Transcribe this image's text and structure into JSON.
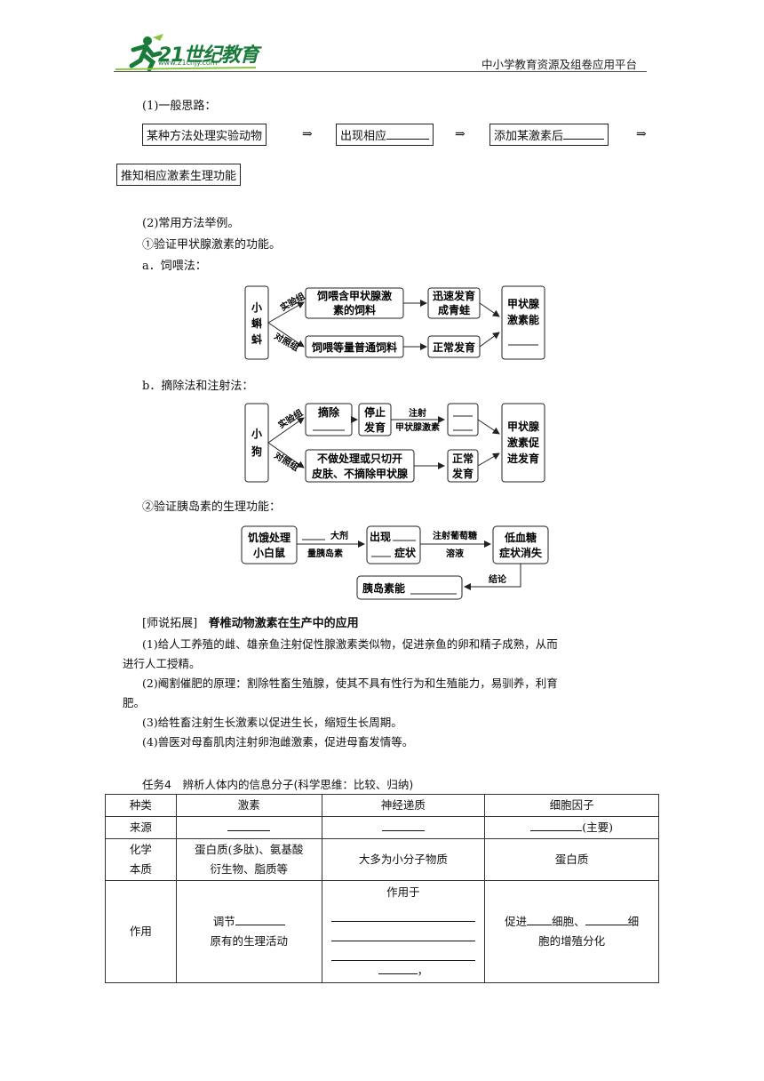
{
  "header": {
    "logo_text": "21世纪教育",
    "logo_url": "www.21cnjy.com",
    "platform": "中小学教育资源及组卷应用平台"
  },
  "s1": {
    "heading": "(1)一般思路：",
    "box1": "某种方法处理实验动物",
    "box2": "出现相应",
    "box3": "添加某激素后",
    "box4": "推知相应激素生理功能",
    "arrow": "⇒"
  },
  "s2": {
    "heading": "(2)常用方法举例。",
    "sub1": "①验证甲状腺激素的功能。",
    "a_label": "a．饲喂法：",
    "b_label": "b．摘除法和注射法：",
    "sub2": "②验证胰岛素的生理功能："
  },
  "diagA": {
    "subject": [
      "小",
      "蝌",
      "蚪"
    ],
    "exp_group": "实验组",
    "ctrl_group": "对照组",
    "exp_treat": [
      "饲喂含甲状腺激",
      "素的饲料"
    ],
    "ctrl_treat": "饲喂等量普通饲料",
    "exp_result": [
      "迅速发育",
      "成青蛙"
    ],
    "ctrl_result": "正常发育",
    "conclusion": [
      "甲状腺",
      "激素能"
    ]
  },
  "diagB": {
    "subject": [
      "小",
      "狗"
    ],
    "exp_group": "实验组",
    "ctrl_group": "对照组",
    "exp_treat": "摘除",
    "exp_mid": [
      "停止",
      "发育"
    ],
    "inject": [
      "注射",
      "甲状腺激素"
    ],
    "ctrl_treat": [
      "不做处理或只切开",
      "皮肤、不摘除甲状腺"
    ],
    "ctrl_result": [
      "正常",
      "发育"
    ],
    "conclusion": [
      "甲状腺",
      "激素促",
      "进发育"
    ]
  },
  "diagC": {
    "start": [
      "饥饿处理",
      "小白鼠"
    ],
    "dose_top": "大剂",
    "dose_bottom": "量胰岛素",
    "symptom_top": "出现",
    "symptom_bottom": "症状",
    "inject_top": "注射葡萄糖",
    "inject_bottom": "溶液",
    "end": [
      "低血糖",
      "症状消失"
    ],
    "conclusion_label": "结论",
    "conclusion": "胰岛素能"
  },
  "extension": {
    "title_bracket": "[师说拓展]",
    "title": "脊椎动物激素在生产中的应用",
    "p1": "(1)给人工养殖的雌、雄亲鱼注射促性腺激素类似物，促进亲鱼的卵和精子成熟，从而",
    "p1b": "进行人工授精。",
    "p2": "(2)阉割催肥的原理：割除牲畜生殖腺，使其不具有性行为和生殖能力，易驯养，利育",
    "p2b": "肥。",
    "p3": "(3)给牲畜注射生长激素以促进生长，缩短生长周期。",
    "p4": "(4)兽医对母畜肌肉注射卵泡雌激素，促进母畜发情等。"
  },
  "task": {
    "title": "任务4　辨析人体内的信息分子(科学思维：比较、归纳)",
    "headers": [
      "种类",
      "激素",
      "神经递质",
      "细胞因子"
    ],
    "row_source": "来源",
    "source_note": "(主要)",
    "row_chem": [
      "化学",
      "本质"
    ],
    "chem_hormone": [
      "蛋白质(多肽)、氨基酸",
      "衍生物、脂质等"
    ],
    "chem_neuro": "大多为小分子物质",
    "chem_cyto": "蛋白质",
    "row_effect": "作用",
    "effect_hormone_a": "调节",
    "effect_hormone_b": "原有的生理活动",
    "effect_neuro": "作用于",
    "effect_neuro_end": "，",
    "effect_cyto_a": "促进",
    "effect_cyto_b": "细胞、",
    "effect_cyto_c": "细",
    "effect_cyto_d": "胞的增殖分化"
  }
}
